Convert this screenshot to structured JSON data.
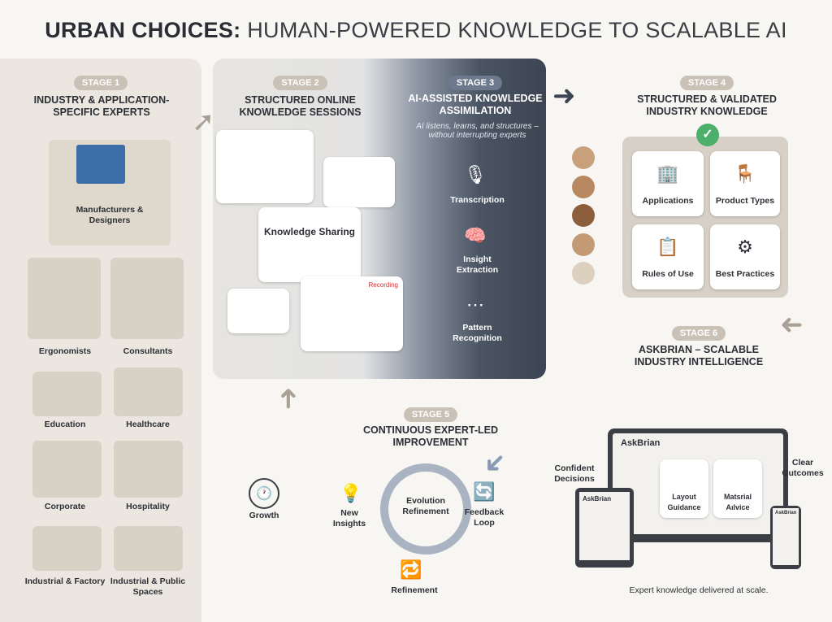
{
  "title": {
    "bold": "URBAN CHOICES:",
    "light": "HUMAN-POWERED KNOWLEDGE TO SCALABLE AI"
  },
  "stage1": {
    "badge": "STAGE 1",
    "title": "INDUSTRY & APPLICATION-SPECIFIC EXPERTS",
    "hero": "Manufacturers & Designers",
    "items": [
      "Ergonomists",
      "Consultants",
      "Education",
      "Healthcare",
      "Corporate",
      "Hospitality",
      "Industrial & Factory",
      "Industrial & Public Spaces"
    ]
  },
  "stage2": {
    "badge": "STAGE 2",
    "title": "STRUCTURED ONLINE KNOWLEDGE SESSIONS",
    "card": "Knowledge Sharing",
    "recording": "Recording"
  },
  "stage3": {
    "badge": "STAGE 3",
    "title": "AI-ASSISTED KNOWLEDGE ASSIMILATION",
    "subtitle": "AI listens, learns, and structures – without interrupting experts",
    "steps": [
      "Transcription",
      "Insight Extraction",
      "Pattern Recognition"
    ]
  },
  "stage4": {
    "badge": "STAGE 4",
    "title": "STRUCTURED & VALIDATED INDUSTRY KNOWLEDGE",
    "items": [
      "Applications",
      "Product Types",
      "Rules of Use",
      "Best Practices"
    ]
  },
  "stage5": {
    "badge": "STAGE 5",
    "title": "CONTINUOUS EXPERT-LED IMPROVEMENT",
    "center": "Evolution Refinement",
    "items": [
      "Growth",
      "New Insights",
      "Feedback Loop",
      "Refinement"
    ]
  },
  "stage6": {
    "badge": "STAGE 6",
    "title": "ASKBRIAN – SCALABLE INDUSTRY INTELLIGENCE",
    "app": "AskBrian",
    "tiles": [
      "Layout Guidance",
      "Matsrial Aılvice"
    ],
    "labels": [
      "Confident Decisions",
      "Clear Outcomes"
    ],
    "footer": "Expert knowledge delivered at scale."
  }
}
